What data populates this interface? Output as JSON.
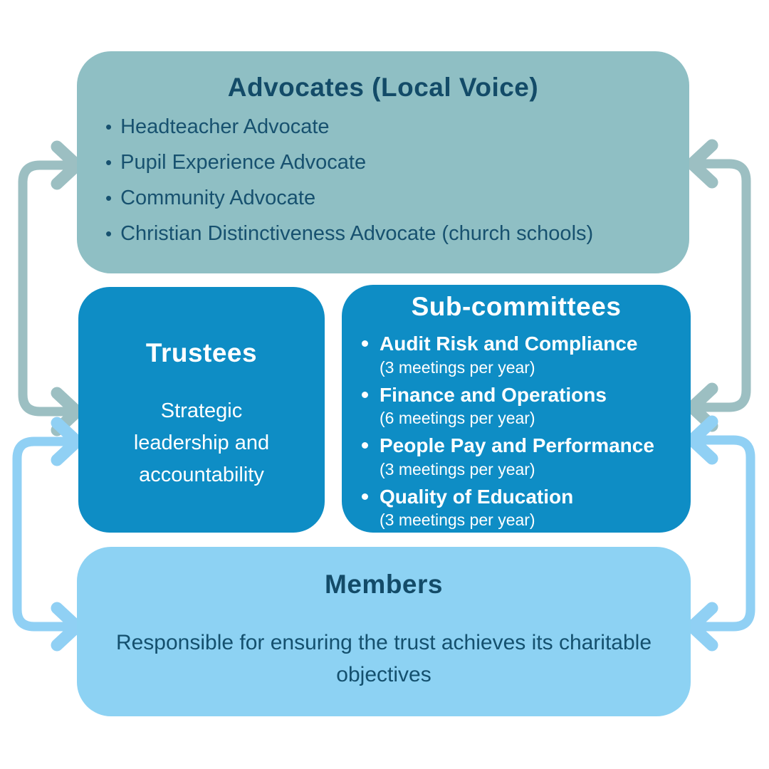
{
  "diagram": {
    "advocates": {
      "title": "Advocates (Local Voice)",
      "bullet": "•",
      "items": [
        "Headteacher Advocate",
        "Pupil Experience Advocate",
        "Community Advocate",
        "Christian Distinctiveness Advocate (church schools)"
      ]
    },
    "trustees": {
      "title": "Trustees",
      "description": "Strategic leadership and accountability"
    },
    "sub_committees": {
      "title": "Sub-committees",
      "items": [
        {
          "name": "Audit Risk and Compliance",
          "frequency": "(3 meetings per year)"
        },
        {
          "name": "Finance and Operations",
          "frequency": "(6 meetings per year)"
        },
        {
          "name": "People Pay and Performance",
          "frequency": "(3 meetings per year)"
        },
        {
          "name": "Quality of Education",
          "frequency": "(3 meetings per year)"
        }
      ]
    },
    "members": {
      "title": "Members",
      "description": "Responsible for ensuring the trust achieves its charitable objectives"
    },
    "colors": {
      "advocates_bg": "#8FBFC4",
      "committee_box_bg": "#0E8DC5",
      "members_bg": "#8DD2F3",
      "dark_text": "#134B68",
      "white_text": "#FFFFFF",
      "arrow_sage": "#9CBFC2",
      "arrow_light_blue": "#90D0F4"
    }
  }
}
